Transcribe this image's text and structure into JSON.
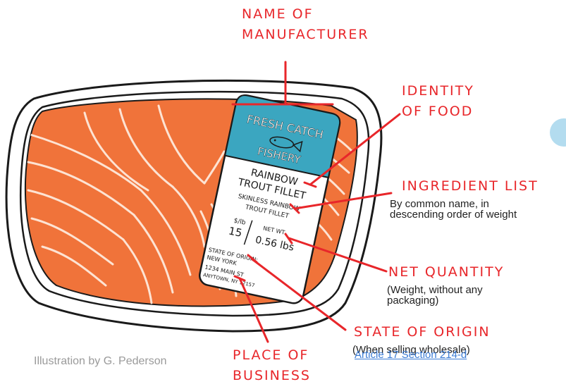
{
  "labels": {
    "manufacturer": [
      "NAME OF",
      "MANUFACTURER"
    ],
    "identity": [
      "IDENTITY",
      "OF FOOD"
    ],
    "ingredient": {
      "title": "INGREDIENT  LIST",
      "sub": [
        "By common name, in",
        "descending order of weight"
      ]
    },
    "net_quantity": {
      "title": "NET  QUANTITY",
      "sub": [
        "(Weight, without any",
        "packaging)"
      ]
    },
    "state_origin": {
      "title": "STATE  OF  ORIGIN",
      "sub": "(When selling wholesale)"
    },
    "place_business": [
      "PLACE OF",
      "BUSINESS"
    ]
  },
  "package_label": {
    "brand_top": "FRESH CATCH",
    "brand_bottom": "FISHERY",
    "product_line1": "RAINBOW",
    "product_line2": "TROUT FILLET",
    "ingredients_line1": "SKINLESS RAINBOW",
    "ingredients_line2": "TROUT FILLET",
    "price_unit": "$/lb",
    "price": "15",
    "net_label": "NET WT.",
    "net_value": "0.56 lbs",
    "origin_label": "STATE OF ORIGIN:",
    "origin_value": "NEW YORK",
    "address1": "1234 MAIN ST",
    "address2": "ANYTOWN, NY 12157"
  },
  "credit": "Illustration by G. Pederson",
  "link_text": "Article 17 Section 214-d",
  "colors": {
    "accent": "#e8262a",
    "salmon": "#f0733a",
    "label_teal": "#3ba6c0",
    "link": "#3a7bd5",
    "credit_gray": "#9a9a9a"
  }
}
